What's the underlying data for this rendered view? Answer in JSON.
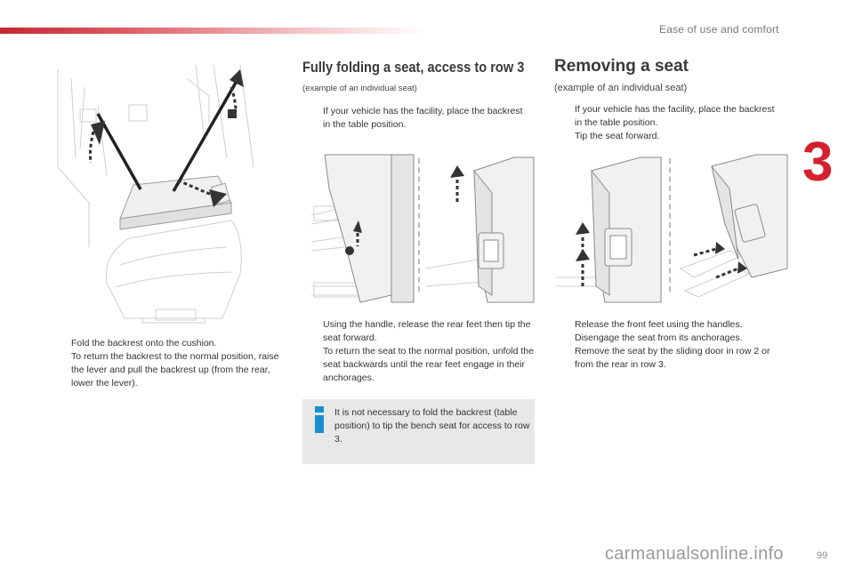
{
  "header": {
    "section_title": "Ease of use and comfort",
    "chapter_number": "3",
    "page_number": "99"
  },
  "left_column": {
    "steps": [
      "Fold the backrest onto the cushion.",
      "To return the backrest to the normal position, raise the lever and pull the backrest up (from the rear, lower the lever)."
    ]
  },
  "middle_column": {
    "title": "Fully folding a seat, access to row 3",
    "subtitle": "(example of an individual seat)",
    "intro_steps": [
      "If your vehicle has the facility, place the backrest in the table position."
    ],
    "steps": [
      "Using the handle, release the rear feet then tip the seat forward.",
      "To return the seat to the normal position, unfold the seat backwards until the rear feet engage in their anchorages."
    ],
    "info_note": "It is not necessary to fold the backrest (table position) to tip the bench seat for access to row 3."
  },
  "right_column": {
    "title": "Removing a seat",
    "subtitle": "(example of an individual seat)",
    "intro_steps": [
      "If your vehicle has the facility, place the backrest in the table position.",
      "Tip the seat forward."
    ],
    "steps": [
      "Release the front feet using the handles.",
      "Disengage the seat from its anchorages.",
      "Remove the seat by the sliding door in row 2 or from the rear in row 3."
    ]
  },
  "step_marker": "",
  "watermark": "carmanualsonline.info",
  "colors": {
    "accent": "#d5202e",
    "info_icon": "#1a8ed0",
    "note_bg": "#e8e8e8"
  }
}
